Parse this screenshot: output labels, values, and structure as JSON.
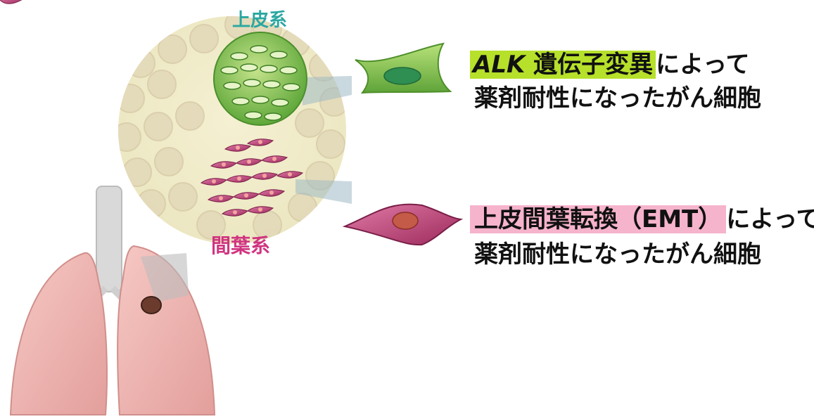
{
  "labels": {
    "epithelial": "上皮系",
    "mesenchymal": "間葉系"
  },
  "text_block_1": {
    "highlight_gene": "ALK",
    "highlight_rest": " 遺伝子変異",
    "tail": "によって",
    "line2": "薬剤耐性になったがん細胞"
  },
  "text_block_2": {
    "highlight": "上皮間葉転換（EMT）",
    "tail": "によって",
    "line2": "薬剤耐性になったがん細胞"
  },
  "colors": {
    "highlight_green": "#b6e02a",
    "highlight_pink": "#f6b3cc",
    "epithelial_label": "#2aa7a0",
    "mesenchymal_label": "#d0347f",
    "lung": "#f0b8b4"
  }
}
